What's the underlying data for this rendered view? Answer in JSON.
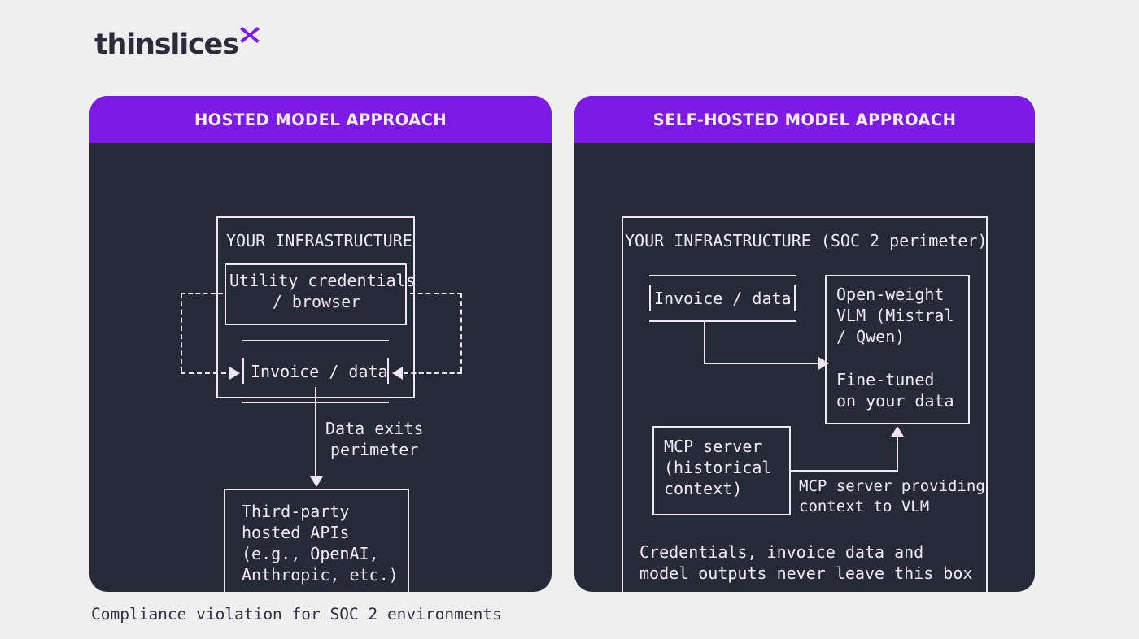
{
  "brand": {
    "name": "thinslices",
    "mark_icon": "x-mark-icon",
    "accent": "#7d1ae6",
    "wordmark_color": "#2b2b3a"
  },
  "theme": {
    "page_bg": "#efefef",
    "panel_bg": "#262a38",
    "panel_header_bg": "#7d1ae6",
    "ascii_stroke": "#f0e6f2",
    "mono_text": "#f4eaf6",
    "caption_color": "#2f3142"
  },
  "panels": {
    "left": {
      "title": "HOSTED MODEL APPROACH",
      "outer_box_label": "YOUR INFRASTRUCTURE",
      "boxes": {
        "utility": "Utility credentials\n/ browser",
        "invoice": "Invoice / data",
        "third_party": "Third-party\nhosted APIs\n(e.g., OpenAI,\nAnthropic, etc.)"
      },
      "annotations": {
        "data_exits": "Data exits\nperimeter"
      }
    },
    "right": {
      "title": "SELF-HOSTED MODEL APPROACH",
      "outer_box_label": "YOUR INFRASTRUCTURE (SOC 2 perimeter)",
      "boxes": {
        "invoice": "Invoice / data",
        "vlm": "Open-weight\nVLM (Mistral\n/ Qwen)",
        "finetuned": "Fine-tuned\non your data",
        "mcp": "MCP server\n(historical\ncontext)"
      },
      "annotations": {
        "mcp_note": "MCP server providing\ncontext to VLM",
        "footer_note": "Credentials, invoice data and\nmodel outputs never leave this box"
      }
    }
  },
  "caption": "Compliance violation for SOC 2 environments"
}
